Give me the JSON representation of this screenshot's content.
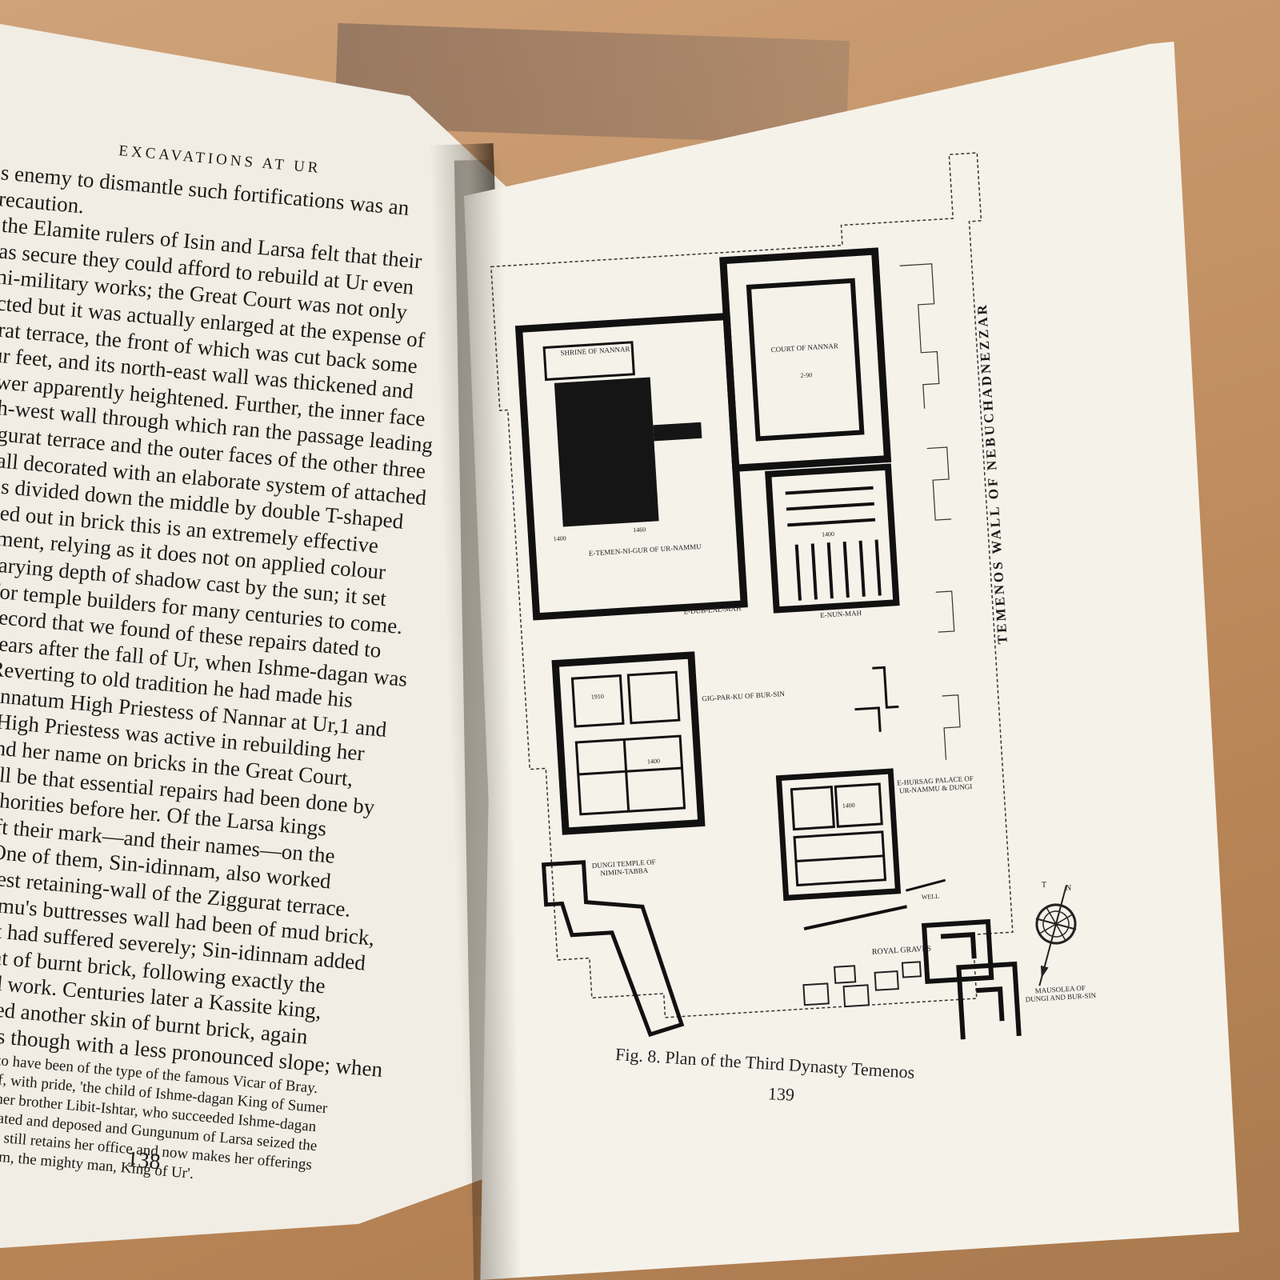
{
  "left_page": {
    "running_head": "EXCAVATIONS AT UR",
    "lines": [
      "us enemy to dismantle such fortifications was an",
      "precaution.",
      "n the Elamite rulers of Isin and Larsa felt that their",
      "was secure they could afford to rebuild at Ur even",
      "emi-military works; the Great Court was not only",
      "ructed but it was actually enlarged at the expense of",
      "gurat terrace, the front of which was cut back some",
      "four feet, and its north-east wall was thickened and",
      "-tower apparently heightened. Further, the inner face",
      "outh-west wall through which ran the passage leading",
      "Ziggurat terrace and the outer faces of the other three",
      "ere all decorated with an elaborate system of attached",
      "umns divided down the middle by double T-shaped",
      "carried out in brick this is an extremely effective",
      "ornament, relying as it does not on applied colour",
      "the varying depth of shadow cast by the sun; it set",
      "tern for temple builders for many centuries to come.",
      "first record that we found of these repairs dated to",
      "ixty years after the fall of Ur, when Ishme-dagan was",
      "Isin. Reverting to old tradition he had made his",
      "er Enannatum High Priestess of Nannar at Ur,1 and",
      "ly the High Priestess was active in rebuilding her",
      "; we find her name on bricks in the Great Court,",
      "nay well be that essential repairs had been done by",
      "Isin authorities before her. Of the Larsa kings",
      "have left their mark—and their names—on the",
      "Court. One of them, Sin-idinnam, also worked",
      "north-west retaining-wall of the Ziggurat terrace.",
      "Ur-Nammu's buttresses wall had been of mud brick,",
      "th time it had suffered severely; Sin-idinnam added",
      "revetment of burnt brick, following exactly the",
      "of the old work. Centuries later a Kassite king,",
      "alzu, added another skin of burnt brick, again",
      "same lines though with a less pronounced slope; when"
    ],
    "footnote_lines": [
      "natum seems to have been of the type of the famous Vicar of Bray.",
      "ys calls herself, with pride, 'the child of Ishme-dagan King of Sumer",
      "ad', but when her brother Libit-Ishtar, who succeeded Ishme-dagan",
      "rone, was defeated and deposed and Gungunum of Larsa seized the",
      "hip Enannatum still retains her office and now makes her offerings",
      "ife of Gungunum, the mighty man, King of Ur'."
    ],
    "page_number": "138"
  },
  "right_page": {
    "plan_labels": {
      "shrine": "SHRINE OF NANNAR",
      "court": "COURT OF NANNAR",
      "court_date": "2-90",
      "ziggurat": "E-TEMEN-NI-GUR OF UR-NAMMU",
      "ziggurat_date": "1460",
      "ziggurat_date2": "1400",
      "dublalmah": "E-DUB-LAL-MAH",
      "nunmah": "E-NUN-MAH",
      "nunmah_date": "1400",
      "gigparku": "GIG-PAR-KU OF BUR-SIN",
      "gigparku_date": "1910",
      "gigparku_date2": "1400",
      "hursag": "E-HURSAG PALACE OF UR-NAMMU & DUNGI",
      "hursag_date": "1400",
      "dungi_temple": "DUNGI TEMPLE OF NIMIN-TABBA",
      "royal_graves": "ROYAL GRAVES",
      "mausolea": "MAUSOLEA OF DUNGI AND BUR-SIN",
      "well": "WELL"
    },
    "wall_label": "TEMENOS WALL OF NEBUCHADNEZZAR",
    "caption": "Fig. 8. Plan of the Third Dynasty Temenos",
    "page_number": "139",
    "compass_letters": [
      "T",
      "N"
    ]
  },
  "colors": {
    "table_wood": "#c39265",
    "paper_left": "#f1ede4",
    "paper_right": "#f5f2ea",
    "ink": "#1c1a17"
  }
}
